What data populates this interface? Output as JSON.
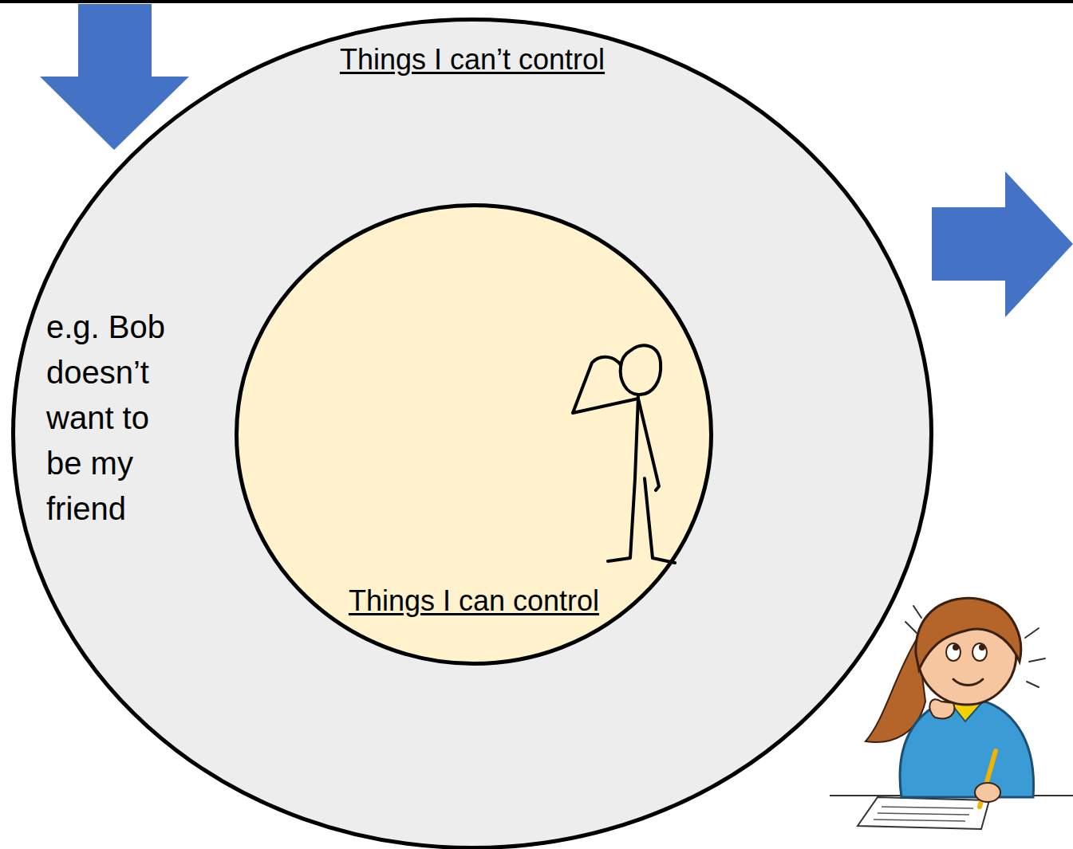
{
  "diagram": {
    "nodes": [
      {
        "text": [
          "Things I can’t control",
          "e.g. Bob doesn’t want to be my friend"
        ]
      },
      {
        "text": [
          "Things I can control"
        ],
        "in": 0
      }
    ]
  }
}
